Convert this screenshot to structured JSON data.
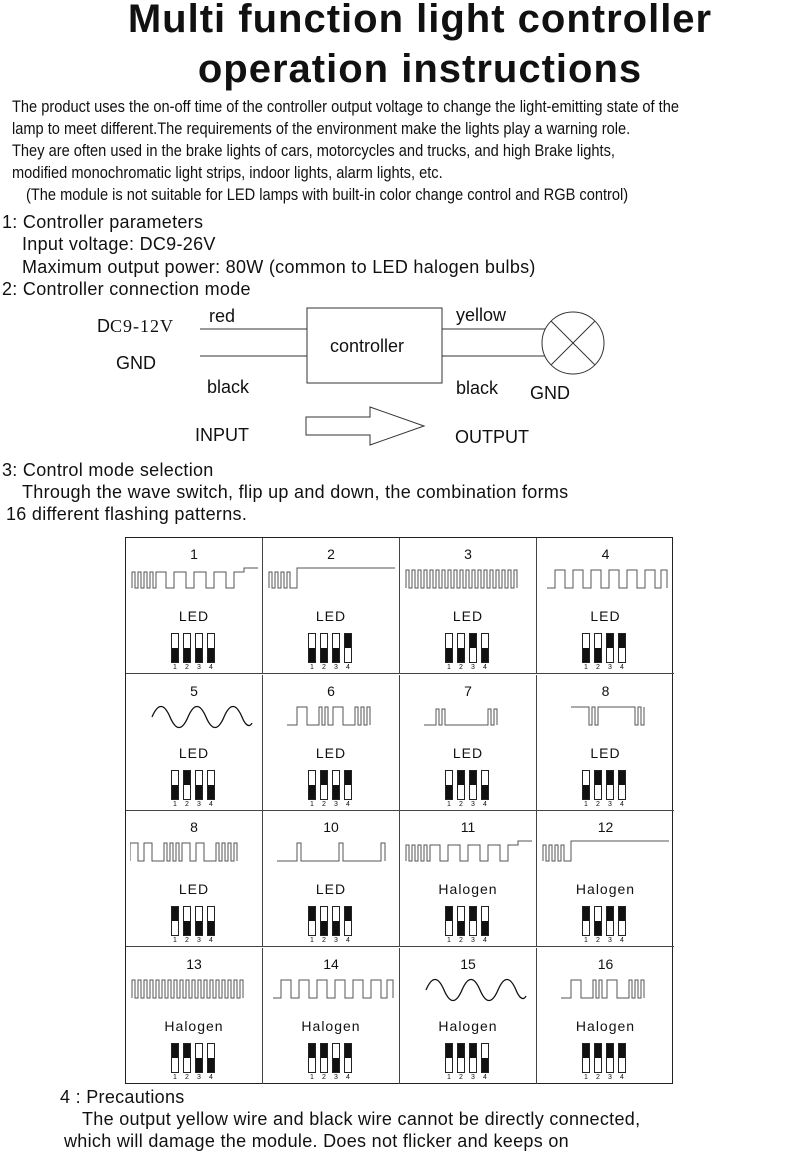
{
  "title": {
    "line1": "Multi function light controller",
    "line2": "operation instructions"
  },
  "intro": [
    "The product uses the on-off time of the controller output voltage to change the light-emitting state of the",
    "lamp to meet different.The requirements of the environment make the lights play a warning role.",
    "They are often used in the brake lights of cars, motorcycles and trucks, and high Brake lights,",
    "modified monochromatic light strips, indoor lights, alarm lights, etc.",
    "  (The module is not suitable for LED lamps with built-in color change control and RGB control)"
  ],
  "section1": {
    "heading": "1: Controller parameters",
    "input_voltage": "Input voltage: DC9-26V",
    "max_power": "Maximum output power: 80W (common to LED halogen bulbs)"
  },
  "section2": {
    "heading": "2: Controller connection mode",
    "diagram": {
      "dc_label_d": "D",
      "dc_label_rest": "C9-12V",
      "gnd_in": "GND",
      "red": "red",
      "black_in": "black",
      "controller": "controller",
      "yellow": "yellow",
      "black_out": "black",
      "gnd_out": "GND",
      "input": "INPUT",
      "output": "OUTPUT"
    }
  },
  "section3": {
    "heading": "3: Control mode selection",
    "line1": "Through the wave switch, flip up and down, the combination forms",
    "line2": "16 different flashing patterns."
  },
  "dip_labels": [
    "1",
    "2",
    "3",
    "4"
  ],
  "patterns": [
    {
      "number": "1",
      "type": "LED",
      "wave": "fast-slow-square",
      "switches": [
        "down",
        "down",
        "down",
        "down"
      ]
    },
    {
      "number": "2",
      "type": "LED",
      "wave": "burst-then-on",
      "switches": [
        "down",
        "down",
        "down",
        "up"
      ]
    },
    {
      "number": "3",
      "type": "LED",
      "wave": "fast-square",
      "switches": [
        "down",
        "down",
        "up",
        "down"
      ]
    },
    {
      "number": "4",
      "type": "LED",
      "wave": "slow-square",
      "switches": [
        "down",
        "down",
        "up",
        "up"
      ]
    },
    {
      "number": "5",
      "type": "LED",
      "wave": "sine",
      "switches": [
        "down",
        "up",
        "down",
        "down"
      ]
    },
    {
      "number": "6",
      "type": "LED",
      "wave": "mixed-pulse",
      "switches": [
        "down",
        "up",
        "down",
        "up"
      ]
    },
    {
      "number": "7",
      "type": "LED",
      "wave": "double-burst",
      "switches": [
        "down",
        "up",
        "up",
        "down"
      ]
    },
    {
      "number": "8",
      "type": "LED",
      "wave": "inverted-double",
      "switches": [
        "down",
        "up",
        "up",
        "up"
      ]
    },
    {
      "number": "8",
      "type": "LED",
      "wave": "mixed-square",
      "switches": [
        "up",
        "down",
        "down",
        "down"
      ]
    },
    {
      "number": "10",
      "type": "LED",
      "wave": "sparse-pulse",
      "switches": [
        "up",
        "down",
        "down",
        "up"
      ]
    },
    {
      "number": "11",
      "type": "Halogen",
      "wave": "fast-slow-square",
      "switches": [
        "up",
        "down",
        "up",
        "down"
      ]
    },
    {
      "number": "12",
      "type": "Halogen",
      "wave": "burst-then-on",
      "switches": [
        "up",
        "down",
        "up",
        "up"
      ]
    },
    {
      "number": "13",
      "type": "Halogen",
      "wave": "fast-square",
      "switches": [
        "up",
        "up",
        "down",
        "down"
      ]
    },
    {
      "number": "14",
      "type": "Halogen",
      "wave": "slow-square",
      "switches": [
        "up",
        "up",
        "down",
        "up"
      ]
    },
    {
      "number": "15",
      "type": "Halogen",
      "wave": "sine",
      "switches": [
        "up",
        "up",
        "up",
        "down"
      ]
    },
    {
      "number": "16",
      "type": "Halogen",
      "wave": "mixed-pulse",
      "switches": [
        "up",
        "up",
        "up",
        "up"
      ]
    }
  ],
  "section4": {
    "heading": "4 : Precautions",
    "line1": "The output yellow wire and black wire cannot be directly connected,",
    "line2": "which will damage the module. Does not flicker and keeps on"
  }
}
